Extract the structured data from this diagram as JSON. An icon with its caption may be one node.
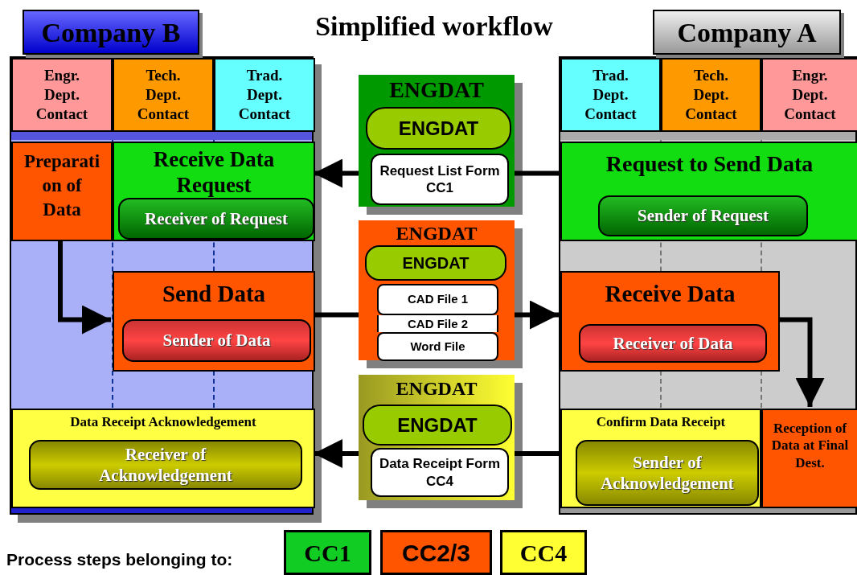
{
  "diagram": {
    "title": "Simplified workflow",
    "nodes": [
      {
        "text": [],
        "shape": "box"
      },
      {
        "text": [
          "Engr. Dept. Contact"
        ],
        "in": 0
      },
      {
        "text": [
          "Tech. Dept. Contact"
        ],
        "in": 0
      },
      {
        "text": [
          "Trad. Dept. Contact"
        ],
        "in": 0
      },
      {
        "text": [
          "Preparation of Data"
        ],
        "in": 0
      },
      {
        "text": [
          "Receive Data Request"
        ],
        "in": 0
      },
      {
        "text": [
          "Receiver of Request"
        ],
        "in": 5
      },
      {
        "text": [
          "Send Data"
        ],
        "in": 0
      },
      {
        "text": [
          "Sender of Data"
        ],
        "in": 7
      },
      {
        "text": [
          "Data Receipt Acknowledgement"
        ],
        "in": 0
      },
      {
        "text": [
          "Receiver of Acknowledgement"
        ],
        "in": 9
      },
      {
        "text": [
          "ENGDAT"
        ]
      },
      {
        "text": [
          "ENGDAT"
        ],
        "in": 11
      },
      {
        "text": [
          "Request List Form CC1"
        ],
        "in": 11
      },
      {
        "text": [
          "ENGDAT"
        ]
      },
      {
        "text": [
          "ENGDAT"
        ],
        "in": 14
      },
      {
        "text": [
          "CAD File 1"
        ],
        "in": 14
      },
      {
        "text": [
          "CAD File 2"
        ],
        "in": 14
      },
      {
        "text": [
          "Word File"
        ],
        "in": 14
      },
      {
        "text": [
          "ENGDAT"
        ]
      },
      {
        "text": [
          "ENGDAT"
        ],
        "in": 19
      },
      {
        "text": [
          "Data Receipt Form CC4"
        ],
        "in": 19
      },
      {
        "text": [],
        "shape": "box"
      },
      {
        "text": [
          "Trad. Dept. Contact"
        ],
        "in": 22
      },
      {
        "text": [
          "Tech. Dept. Contact"
        ],
        "in": 22
      },
      {
        "text": [
          "Engr. Dept. Contact"
        ],
        "in": 22
      },
      {
        "text": [
          "Request to Send Data"
        ],
        "in": 22
      },
      {
        "text": [
          "Sender of Request"
        ],
        "in": 26
      },
      {
        "text": [
          "Receive Data"
        ],
        "in": 22
      },
      {
        "text": [
          "Receiver of Data"
        ],
        "in": 28
      },
      {
        "text": [
          "Confirm Data Receipt"
        ],
        "in": 22
      },
      {
        "text": [
          "Sender of Acknowledgement"
        ],
        "in": 30
      },
      {
        "text": [
          "Reception of Data at Final Dest."
        ],
        "in": 22
      },
      {
        "text": [
          "Company B"
        ]
      },
      {
        "text": [
          "Company A"
        ]
      }
    ],
    "edges": [
      {
        "from": 26,
        "to": 11,
        "arrow": "none"
      },
      {
        "from": 11,
        "to": 5,
        "arrow": "to"
      },
      {
        "from": 4,
        "to": 7,
        "arrow": "to"
      },
      {
        "from": 7,
        "to": 14,
        "arrow": "none"
      },
      {
        "from": 14,
        "to": 28,
        "arrow": "to"
      },
      {
        "from": 28,
        "to": 32,
        "arrow": "to"
      },
      {
        "from": 30,
        "to": 19,
        "arrow": "none"
      },
      {
        "from": 19,
        "to": 9,
        "arrow": "to"
      }
    ],
    "labels": [
      "Process steps belonging to:"
    ],
    "legend": [
      {
        "text": "CC1",
        "color": "#11cc22"
      },
      {
        "text": "CC2/3",
        "color": "#ff5500"
      },
      {
        "text": "CC4",
        "color": "#ffff33"
      }
    ]
  }
}
